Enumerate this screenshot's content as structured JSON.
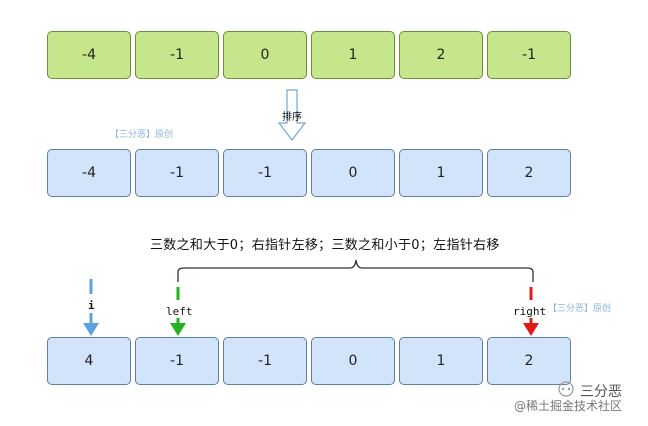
{
  "original_row": [
    "-4",
    "-1",
    "0",
    "1",
    "2",
    "-1"
  ],
  "sort_label": "排序",
  "sorted_row": [
    "-4",
    "-1",
    "-1",
    "0",
    "1",
    "2"
  ],
  "rule_text": "三数之和大于0；右指针左移；三数之和小于0；左指针右移",
  "pointer_row": [
    "4",
    "-1",
    "-1",
    "0",
    "1",
    "2"
  ],
  "pointers": {
    "i": "i",
    "left": "left",
    "right": "right"
  },
  "watermark": "【三分恶】原创",
  "footer": {
    "brand": "三分恶",
    "site": "@稀土掘金技术社区"
  },
  "colors": {
    "original_fill": "#c5e68a",
    "sorted_fill": "#d2e4fa",
    "i_arrow": "#5ba3e0",
    "left_arrow": "#22b322",
    "right_arrow": "#e01b1b"
  }
}
